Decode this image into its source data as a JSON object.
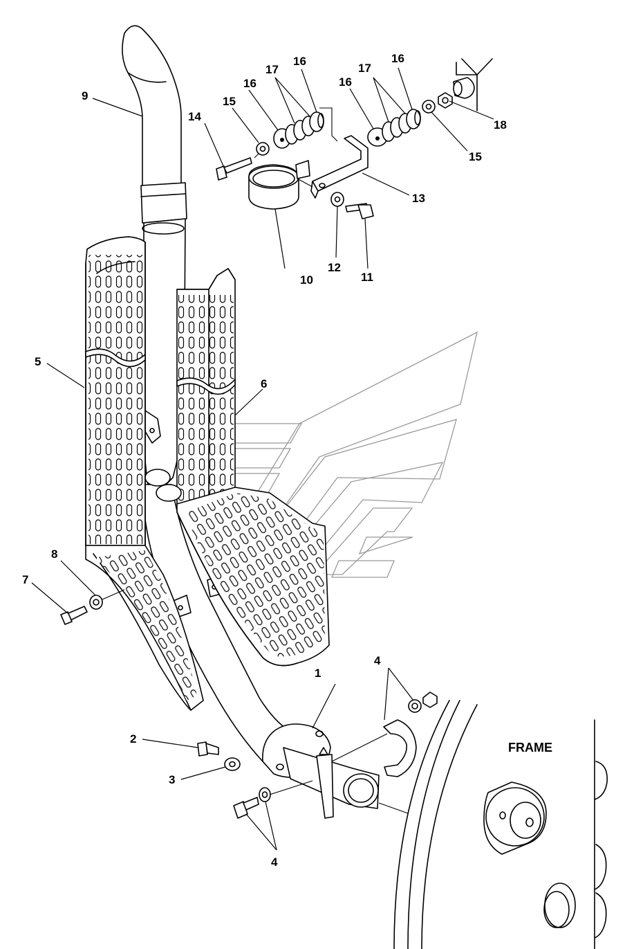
{
  "labels": {
    "l1": "1",
    "l2": "2",
    "l3": "3",
    "l4a": "4",
    "l4b": "4",
    "l5": "5",
    "l6": "6",
    "l7": "7",
    "l8": "8",
    "l9": "9",
    "l10": "10",
    "l11": "11",
    "l12": "12",
    "l13": "13",
    "l14": "14",
    "l15a": "15",
    "l15b": "15",
    "l16a": "16",
    "l16b": "16",
    "l16c": "16",
    "l16d": "16",
    "l17a": "17",
    "l17b": "17",
    "l18": "18",
    "frame": "FRAME"
  }
}
